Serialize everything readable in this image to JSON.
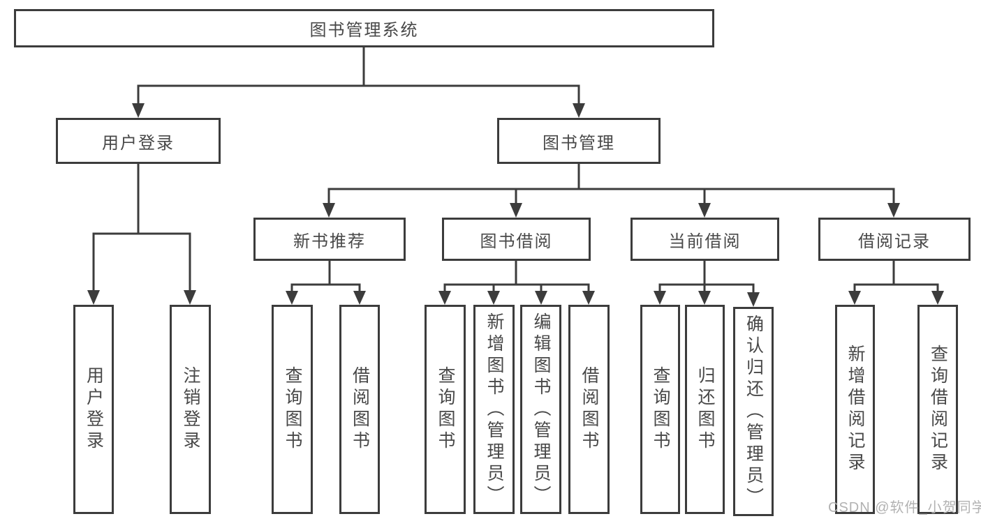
{
  "diagram": {
    "root": {
      "label": "图书管理系统"
    },
    "level2": [
      {
        "label": "用户登录",
        "children": [
          {
            "label": "用户登录"
          },
          {
            "label": "注销登录"
          }
        ]
      },
      {
        "label": "图书管理",
        "children": [
          {
            "label": "新书推荐",
            "children": [
              {
                "label": "查询图书"
              },
              {
                "label": "借阅图书"
              }
            ]
          },
          {
            "label": "图书借阅",
            "children": [
              {
                "label": "查询图书"
              },
              {
                "label": "新增图书（管理员）"
              },
              {
                "label": "编辑图书（管理员）"
              },
              {
                "label": "借阅图书"
              }
            ]
          },
          {
            "label": "当前借阅",
            "children": [
              {
                "label": "查询图书"
              },
              {
                "label": "归还图书"
              },
              {
                "label": "确认归还（管理员）"
              }
            ]
          },
          {
            "label": "借阅记录",
            "children": [
              {
                "label": "新增借阅记录"
              },
              {
                "label": "查询借阅记录"
              }
            ]
          }
        ]
      }
    ]
  },
  "watermark": {
    "text": "CSDN @软件_小贺同学"
  },
  "colors": {
    "line": "#3c3c3c",
    "box_border": "#3c3c3c",
    "text": "#484848",
    "background": "#ffffff",
    "watermark": "#b2b2b2"
  }
}
